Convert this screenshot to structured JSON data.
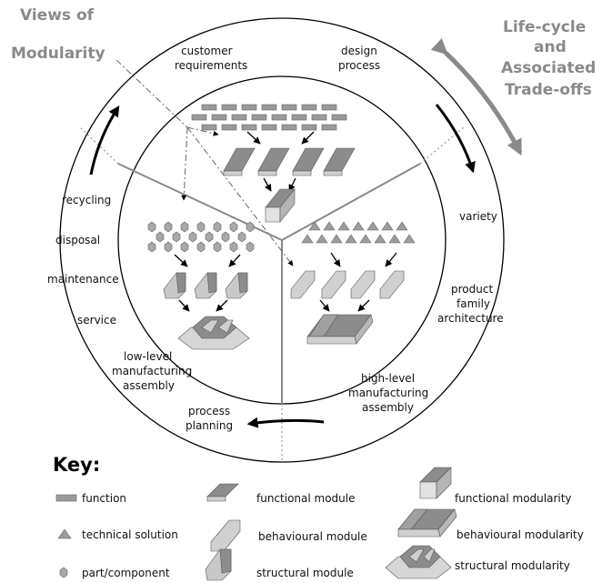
{
  "headings": {
    "views_line1": "Views of",
    "views_line2": "Modularity",
    "lifecycle_line1": "Life-cycle",
    "lifecycle_line2": "and",
    "lifecycle_line3": "Associated",
    "lifecycle_line4": "Trade-offs"
  },
  "outer_labels": {
    "customer_requirements_1": "customer",
    "customer_requirements_2": "requirements",
    "design_process_1": "design",
    "design_process_2": "process",
    "variety": "variety",
    "product_family_1": "product",
    "product_family_2": "family",
    "product_family_3": "architecture",
    "high_level_1": "high-level",
    "high_level_2": "manufacturing",
    "high_level_3": "assembly",
    "process_planning_1": "process",
    "process_planning_2": "planning",
    "low_level_1": "low-level",
    "low_level_2": "manufacturing",
    "low_level_3": "assembly",
    "service": "service",
    "maintenance": "maintenance",
    "disposal": "disposal",
    "recycling": "recycling"
  },
  "key": {
    "title": "Key:",
    "function": "function",
    "technical_solution": "technical solution",
    "part_component": "part/component",
    "functional_module": "functional module",
    "behavioural_module": "behavioural module",
    "structural_module": "structural module",
    "functional_modularity": "functional modularity",
    "behavioural_modularity": "behavioural modularity",
    "structural_modularity": "structural modularity"
  },
  "colors": {
    "dark_gray": "#8c8c8c",
    "mid_gray": "#a6a6a6",
    "light_gray": "#cfcfcf",
    "heading_gray": "#8a8a8a"
  }
}
